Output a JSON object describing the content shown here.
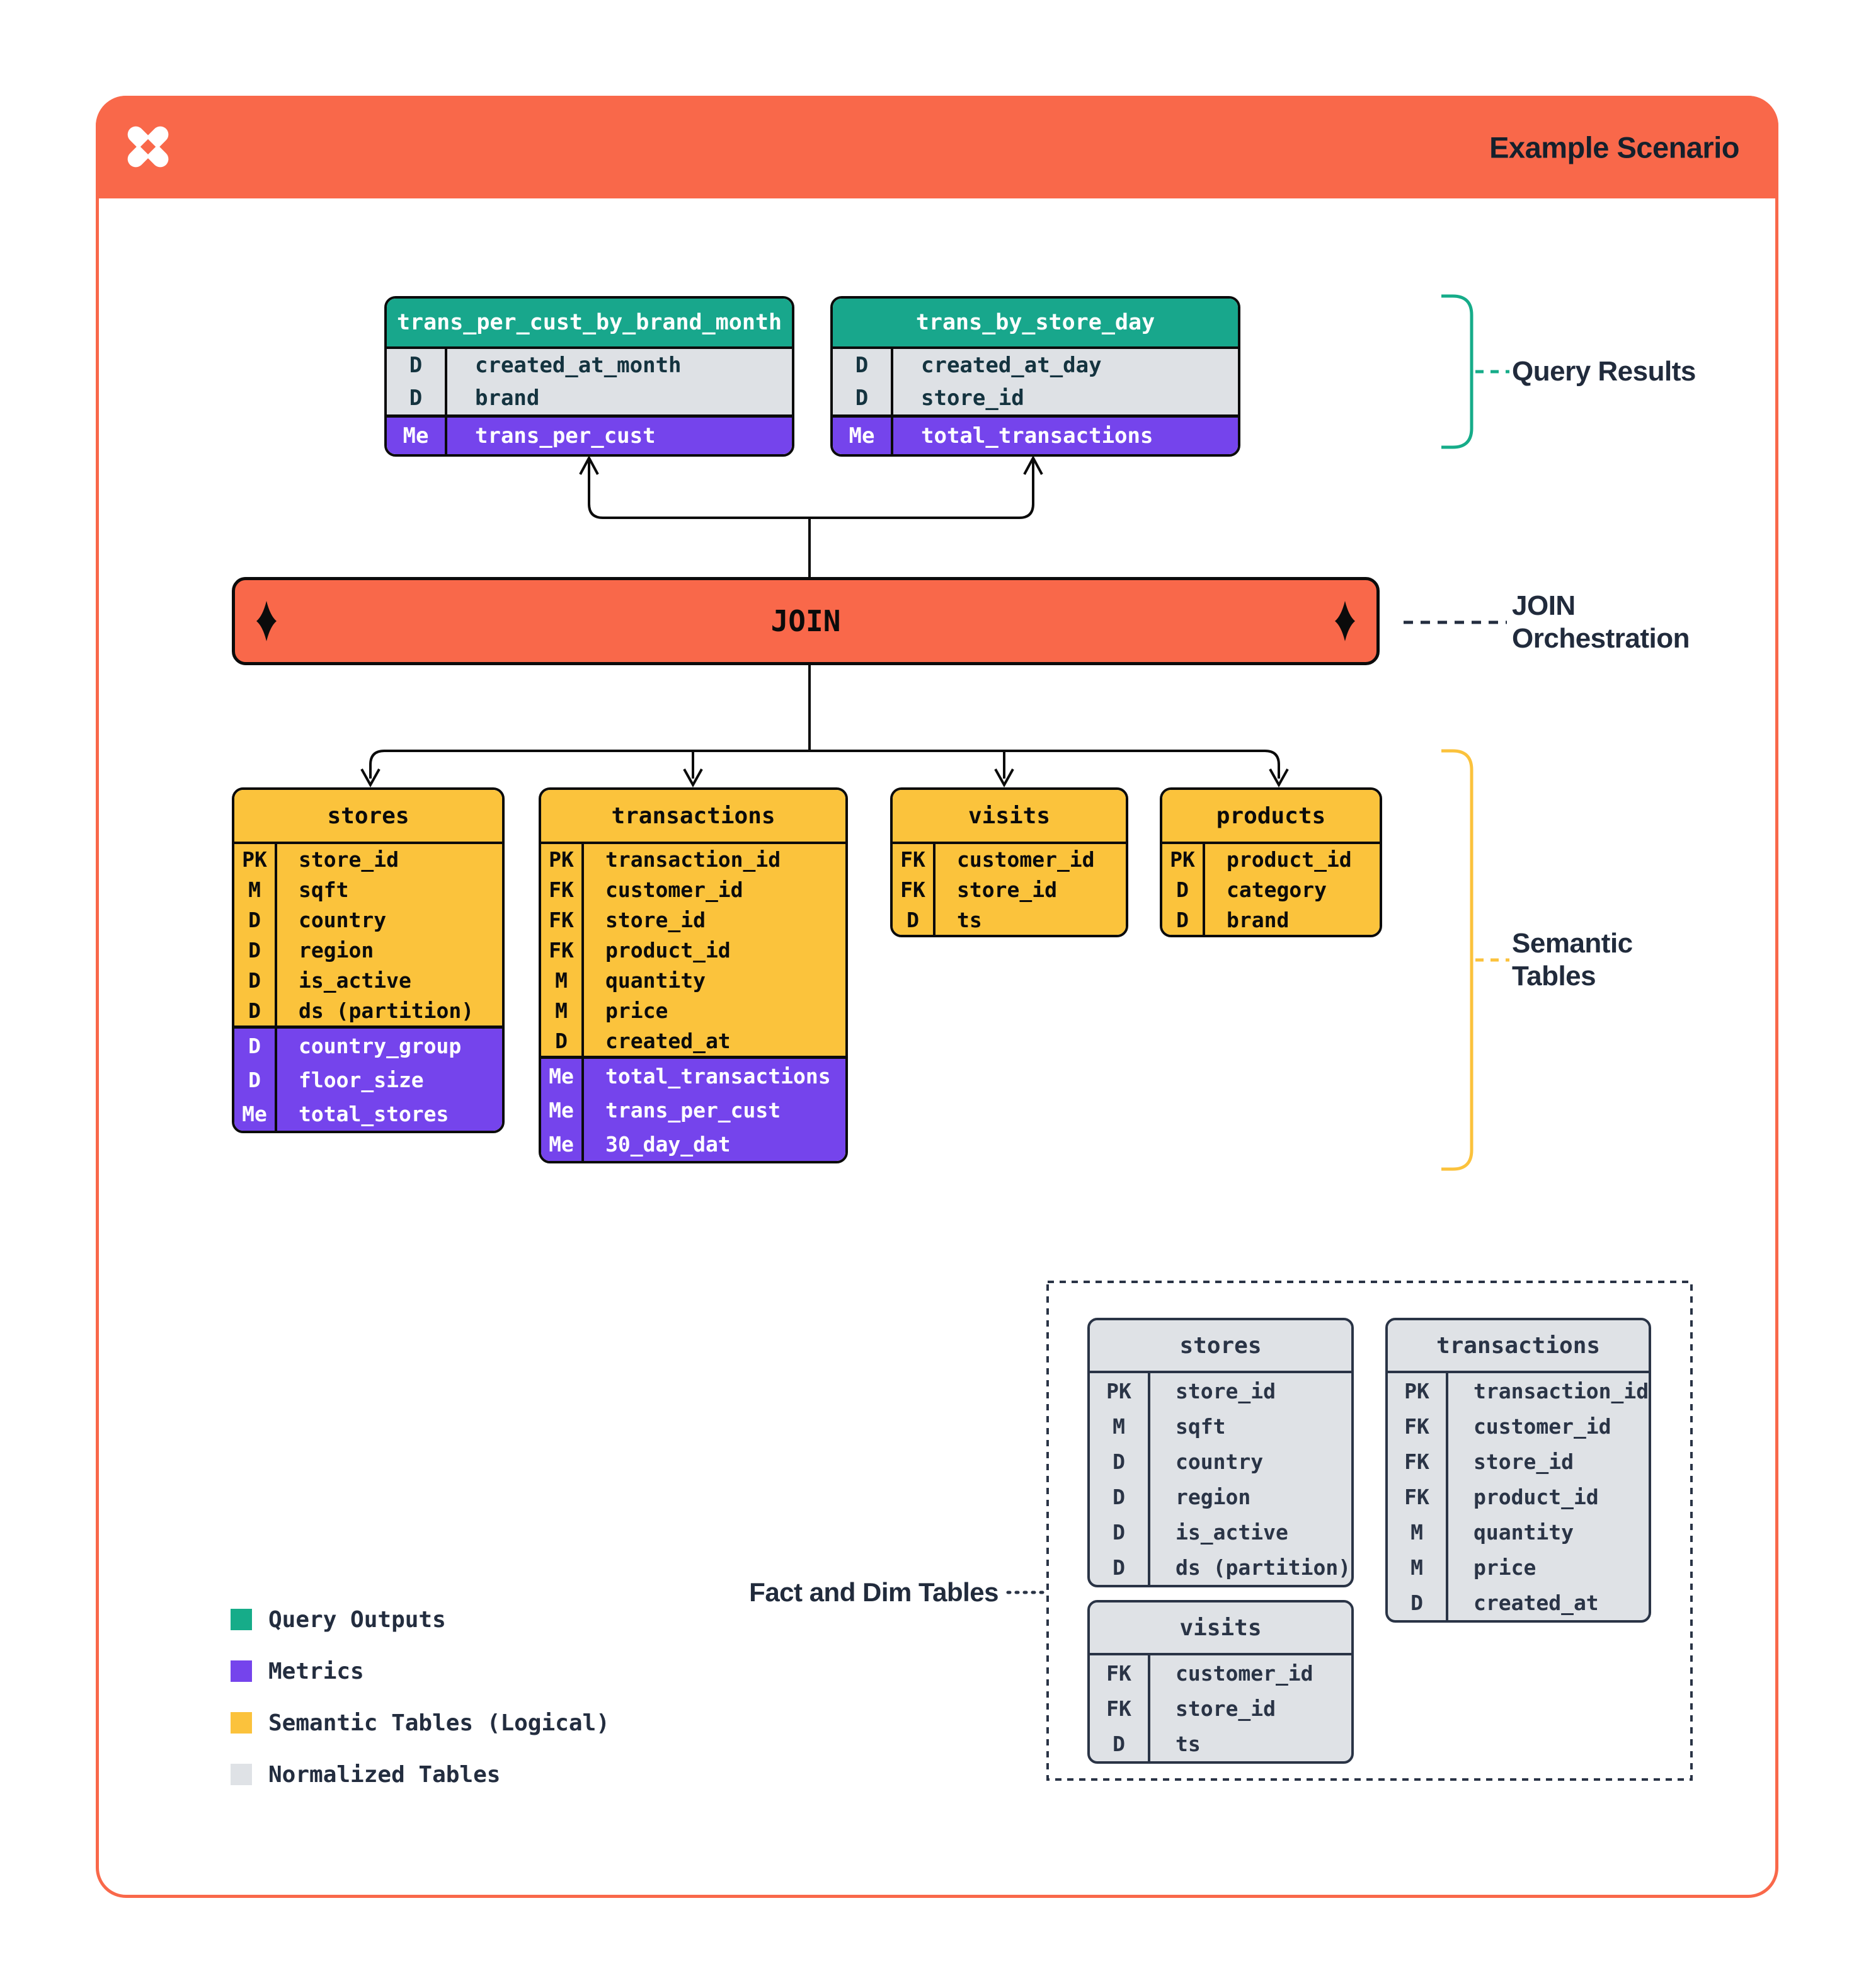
{
  "colors": {
    "coral": "#F9684A",
    "teal": "#16AC89",
    "purple": "#7544EC",
    "yellow": "#FBC23C",
    "gray_table": "#DFE2E6",
    "navy_text": "#232D3F",
    "border_black": "#0B0B0B"
  },
  "header": {
    "title": "Example Scenario"
  },
  "join_bar": {
    "label": "JOIN"
  },
  "annotations": {
    "query_results": "Query Results",
    "join_orchestration_line1": "JOIN",
    "join_orchestration_line2": "Orchestration",
    "semantic_tables_line1": "Semantic",
    "semantic_tables_line2": "Tables",
    "fact_and_dim": "Fact and Dim Tables"
  },
  "query_tables": [
    {
      "name": "trans_per_cust_by_brand_month",
      "dims": [
        {
          "key": "D",
          "field": "created_at_month"
        },
        {
          "key": "D",
          "field": "brand"
        }
      ],
      "metrics": [
        {
          "key": "Me",
          "field": "trans_per_cust"
        }
      ]
    },
    {
      "name": "trans_by_store_day",
      "dims": [
        {
          "key": "D",
          "field": "created_at_day"
        },
        {
          "key": "D",
          "field": "store_id"
        }
      ],
      "metrics": [
        {
          "key": "Me",
          "field": "total_transactions"
        }
      ]
    }
  ],
  "semantic_tables": [
    {
      "name": "stores",
      "fields": [
        {
          "key": "PK",
          "field": "store_id"
        },
        {
          "key": "M",
          "field": "sqft"
        },
        {
          "key": "D",
          "field": "country"
        },
        {
          "key": "D",
          "field": "region"
        },
        {
          "key": "D",
          "field": "is_active"
        },
        {
          "key": "D",
          "field": "ds (partition)"
        }
      ],
      "metrics": [
        {
          "key": "D",
          "field": "country_group"
        },
        {
          "key": "D",
          "field": "floor_size"
        },
        {
          "key": "Me",
          "field": "total_stores"
        }
      ]
    },
    {
      "name": "transactions",
      "fields": [
        {
          "key": "PK",
          "field": "transaction_id"
        },
        {
          "key": "FK",
          "field": "customer_id"
        },
        {
          "key": "FK",
          "field": "store_id"
        },
        {
          "key": "FK",
          "field": "product_id"
        },
        {
          "key": "M",
          "field": "quantity"
        },
        {
          "key": "M",
          "field": "price"
        },
        {
          "key": "D",
          "field": "created_at"
        }
      ],
      "metrics": [
        {
          "key": "Me",
          "field": "total_transactions"
        },
        {
          "key": "Me",
          "field": "trans_per_cust"
        },
        {
          "key": "Me",
          "field": "30_day_dat"
        }
      ]
    },
    {
      "name": "visits",
      "fields": [
        {
          "key": "FK",
          "field": "customer_id"
        },
        {
          "key": "FK",
          "field": "store_id"
        },
        {
          "key": "D",
          "field": "ts"
        }
      ],
      "metrics": []
    },
    {
      "name": "products",
      "fields": [
        {
          "key": "PK",
          "field": "product_id"
        },
        {
          "key": "D",
          "field": "category"
        },
        {
          "key": "D",
          "field": "brand"
        }
      ],
      "metrics": []
    }
  ],
  "normalized_tables": [
    {
      "name": "stores",
      "fields": [
        {
          "key": "PK",
          "field": "store_id"
        },
        {
          "key": "M",
          "field": "sqft"
        },
        {
          "key": "D",
          "field": "country"
        },
        {
          "key": "D",
          "field": "region"
        },
        {
          "key": "D",
          "field": "is_active"
        },
        {
          "key": "D",
          "field": "ds (partition)"
        }
      ]
    },
    {
      "name": "transactions",
      "fields": [
        {
          "key": "PK",
          "field": "transaction_id"
        },
        {
          "key": "FK",
          "field": "customer_id"
        },
        {
          "key": "FK",
          "field": "store_id"
        },
        {
          "key": "FK",
          "field": "product_id"
        },
        {
          "key": "M",
          "field": "quantity"
        },
        {
          "key": "M",
          "field": "price"
        },
        {
          "key": "D",
          "field": "created_at"
        }
      ]
    },
    {
      "name": "visits",
      "fields": [
        {
          "key": "FK",
          "field": "customer_id"
        },
        {
          "key": "FK",
          "field": "store_id"
        },
        {
          "key": "D",
          "field": "ts"
        }
      ]
    }
  ],
  "legend": {
    "items": [
      {
        "label": "Query Outputs",
        "color": "#16AC89"
      },
      {
        "label": "Metrics",
        "color": "#7544EC"
      },
      {
        "label": "Semantic Tables (Logical)",
        "color": "#FBC23C"
      },
      {
        "label": "Normalized Tables",
        "color": "#DFE2E6"
      }
    ]
  }
}
